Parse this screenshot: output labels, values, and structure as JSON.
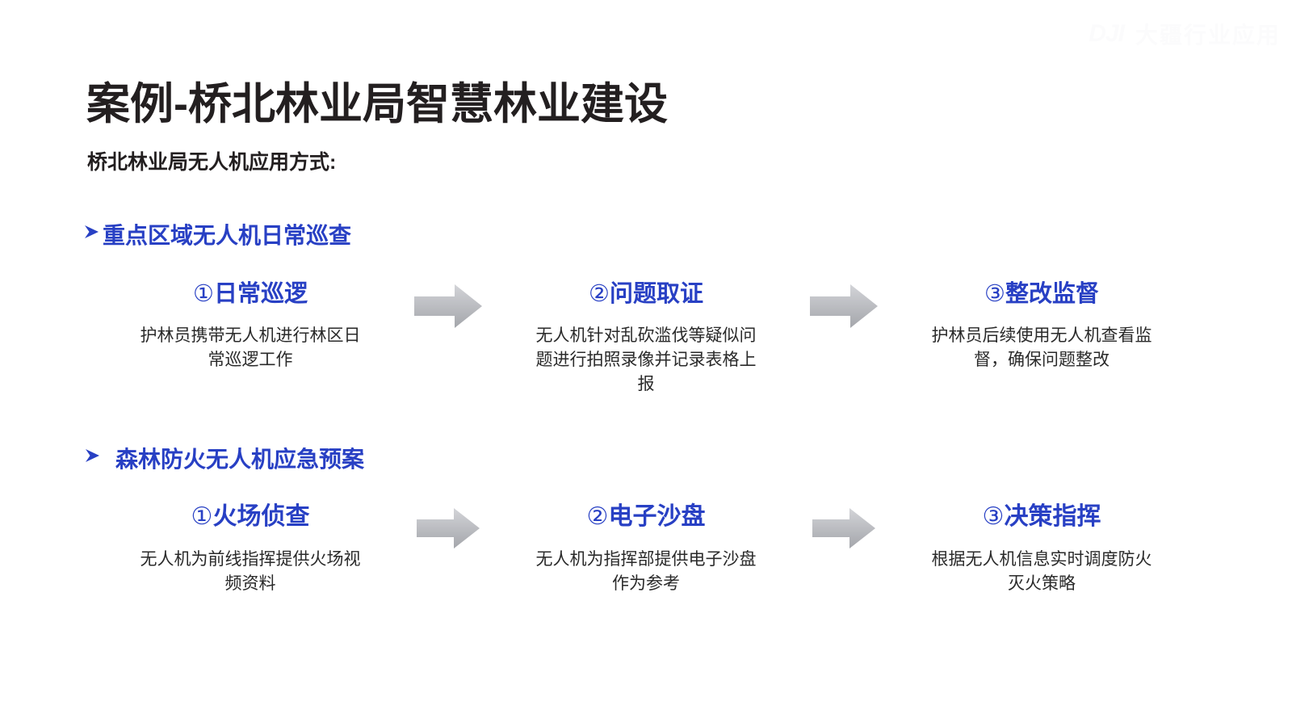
{
  "watermark": {
    "logo": "DJI",
    "text": "大疆行业应用"
  },
  "slide": {
    "title": "案例-桥北林业局智慧林业建设",
    "subtitle": "桥北林业局无人机应用方式:"
  },
  "colors": {
    "accent_blue": "#2840c4",
    "title_black": "#231f20",
    "body_gray": "#2a2a2a",
    "arrow_gray_light": "#cfd0d4",
    "arrow_gray_dark": "#a6a8ad",
    "watermark": "#fbfbfc"
  },
  "sections": [
    {
      "bullet": "arrow-bullet",
      "heading": "重点区域无人机日常巡查",
      "steps": [
        {
          "marker": "①",
          "title": "日常巡逻",
          "body": "护林员携带无人机进行林区日常巡逻工作"
        },
        {
          "marker": "②",
          "title": "问题取证",
          "body": "无人机针对乱砍滥伐等疑似问题进行拍照录像并记录表格上报"
        },
        {
          "marker": "③",
          "title": "整改监督",
          "body": "护林员后续使用无人机查看监督，确保问题整改"
        }
      ]
    },
    {
      "bullet": "arrow-bullet",
      "heading": "森林防火无人机应急预案",
      "steps": [
        {
          "marker": "①",
          "title": "火场侦查",
          "body": "无人机为前线指挥提供火场视频资料"
        },
        {
          "marker": "②",
          "title": "电子沙盘",
          "body": "无人机为指挥部提供电子沙盘作为参考"
        },
        {
          "marker": "③",
          "title": "决策指挥",
          "body": "根据无人机信息实时调度防火灭火策略"
        }
      ]
    }
  ]
}
